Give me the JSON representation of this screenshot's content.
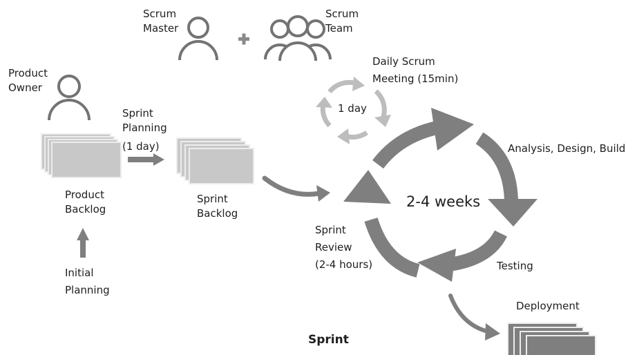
{
  "roles": {
    "scrum_master": [
      "Scrum",
      "Master"
    ],
    "scrum_team": [
      "Scrum",
      "Team"
    ],
    "product_owner": [
      "Product",
      "Owner"
    ],
    "plus": "+"
  },
  "artifacts": {
    "product_backlog": [
      "Product",
      "Backlog"
    ],
    "sprint_backlog": [
      "Sprint",
      "Backlog"
    ],
    "deployment": "Deployment"
  },
  "events": {
    "sprint_planning": [
      "Sprint",
      "Planning",
      "(1 day)"
    ],
    "initial_planning": [
      "Initial",
      "Planning"
    ],
    "daily_scrum": [
      "Daily Scrum",
      "Meeting (15min)"
    ],
    "daily_cycle": "1 day",
    "sprint_review": [
      "Sprint",
      "Review",
      "(2-4 hours)"
    ]
  },
  "cycle": {
    "duration": "2-4 weeks",
    "analysis": "Analysis, Design, Build",
    "testing": "Testing"
  },
  "title": "Sprint",
  "colors": {
    "arrow_dark": "#7f7f7f",
    "arrow_light": "#bdbdbd",
    "stack_fill": "#c8c8c8",
    "stack_border": "#ececec",
    "icon_stroke": "#737373"
  }
}
